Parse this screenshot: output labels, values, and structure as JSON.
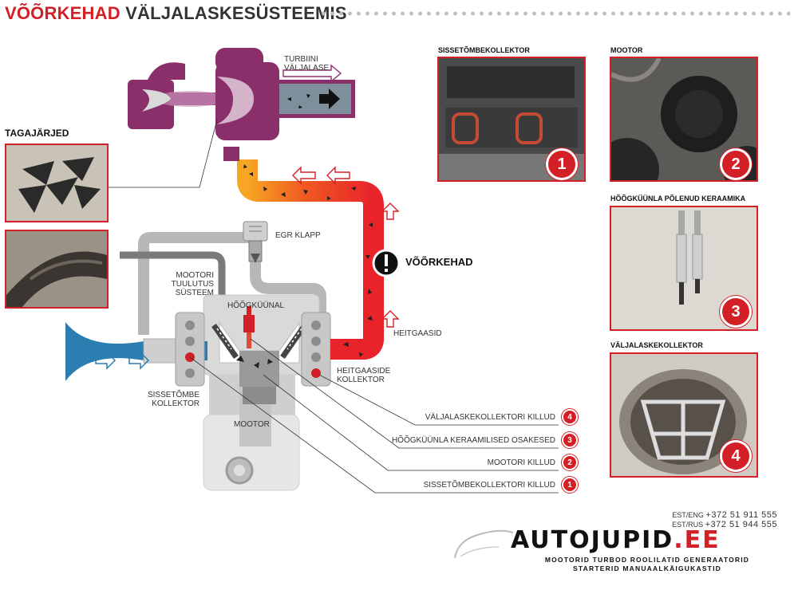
{
  "header": {
    "title_red": "VÕÕRKEHAD",
    "title_dark": "VÄLJALASKESÜSTEEMIS"
  },
  "diagram": {
    "turbine_outlet": "TURBIINI VÄLJALASE",
    "consequences": "TAGAJÄRJED",
    "egr": "EGR KLAPP",
    "breather": "MOOTORI TUULUTUS SÜSTEEM",
    "glowplug": "HÕÕGKÜÜNAL",
    "foreign": "VÕÕRKEHAD",
    "exhaust_gas": "HEITGAASID",
    "exhaust_manifold": "HEITGAASIDE KOLLEKTOR",
    "intake_manifold": "SISSETÕMBE KOLLEKTOR",
    "engine": "MOOTOR"
  },
  "legend": [
    {
      "num": "4",
      "label": "VÄLJALASKEKOLLEKTORI KILLUD"
    },
    {
      "num": "3",
      "label": "HÕÕGKÜÜNLA KERAAMILISED OSAKESED"
    },
    {
      "num": "2",
      "label": "MOOTORI KILLUD"
    },
    {
      "num": "1",
      "label": "SISSETÕMBEKOLLEKTORI KILLUD"
    }
  ],
  "photos": [
    {
      "title": "SISSETÕMBEKOLLEKTOR",
      "num": "1"
    },
    {
      "title": "MOOTOR",
      "num": "2"
    },
    {
      "title": "HÕÕGKÜÜNLA PÕLENUD KERAAMIKA",
      "num": "3"
    },
    {
      "title": "VÄLJALASKEKOLLEKTOR",
      "num": "4"
    }
  ],
  "contact": {
    "eng_label": "EST/ENG",
    "eng_phone": "+372 51 911 555",
    "rus_label": "EST/RUS",
    "rus_phone": "+372 51 944 555"
  },
  "brand": {
    "logo_main": "AUTOJUPID",
    "logo_tld": ".EE",
    "tagline1": "MOOTORID TURBOD ROOLILATID GENERAATORID",
    "tagline2": "STARTERID MANUAALKÄIGUKASTID"
  },
  "colors": {
    "accent": "#d32027",
    "turbo": "#8b2f6b",
    "intake": "#2a7fb0",
    "hot_pipe": "#e8232a",
    "warm_pipe": "#f39c1f",
    "gray_pipe": "#b3b3b3"
  }
}
